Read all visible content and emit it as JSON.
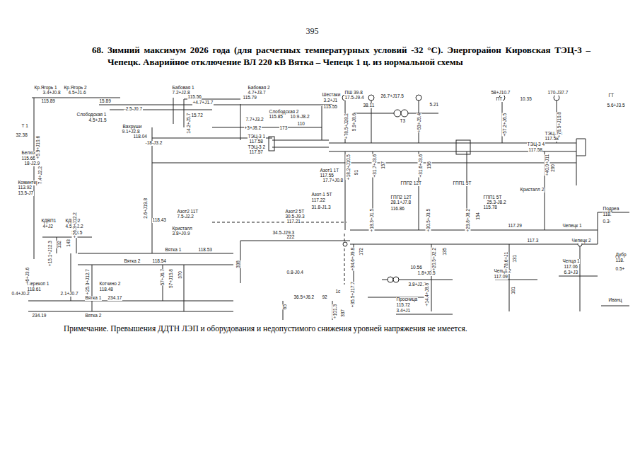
{
  "diagram": {
    "title": "68. Зимний максимум 2026 года (для расчетных температурных условий -32 °С). Энергорайон Кировская ТЭЦ-3 – Чепецк. Аварийное отключение ВЛ 220 кВ Вятка – Чепецк 1 ц. из нормальной схемы",
    "caption": "Примечание. Превышения ДДТН ЛЭП и оборудования и недопустимого снижения уровней напряжения не имеется.",
    "labels": [
      "395",
      "Кр.Ягорь 1",
      "Кр.Ягорь 2",
      "3.4+J0.8",
      "4.5+J1.6",
      "115.89",
      "15.89",
      "Бабовая 1",
      "7.2+J2.8",
      "115.56",
      "+4.7+J1.7",
      "Бабовая 2",
      "4.7+J3.7",
      "115.79",
      "Шестаки",
      "3.2+J1",
      "115.55",
      "ПШ 39-8",
      "17.5-J9.4",
      "26.7+J17.5",
      "38.11",
      "5.21",
      "Т3",
      "58+J10.7",
      "ПТ",
      "10.35",
      "170-J37.7",
      "ГТ",
      "5.6+J3.5",
      "-2.5-J0.7",
      "Слободская 1",
      "4.5+J1.5",
      "15.72",
      "Слободская 2",
      "115.85",
      "10.9-J8.2",
      "7.7+J3.2",
      "110",
      "Вахруши",
      "9.1+J2.8",
      "118.04",
      "+3+J8.2",
      "173",
      "ТЭЦ-3 1",
      "117.58",
      "ТЭЦ-3 2",
      "117.57",
      "-18-J3.2",
      "ТЭЦ-3 3",
      "117.58",
      "ТЭЦ-3 4",
      "117.58",
      "Т 1",
      "32.38",
      "Белхово",
      "115.66",
      "18-J2.9",
      "Коминтерн",
      "113.92",
      "13.5-J7",
      "Азот1 1Т",
      "117.55",
      "17.7+J0.8",
      "ГПП2 12Т",
      "ГПП1 5Т",
      "Кристалл 2",
      "Азот-1 5Т",
      "117.22",
      "31.8-J1.3",
      "ГПП2 12Т",
      "28.1+J7.8",
      "116.86",
      "ГПП1 5Т",
      "25.3-J8.2",
      "115.78",
      "Азот2 11Т",
      "7.5-J2.2",
      "118.43",
      "Азот2 5Т",
      "30.5-J9.3",
      "117.21",
      "Подреа",
      "118.",
      "0.3-",
      "Чепецк 1",
      "117.29",
      "КДВП1",
      "4+J2",
      "КДВП2",
      "4.5+J2.2",
      "118.5",
      "Кристалл",
      "3.8+J0.9",
      "34.5-J29.3",
      "222",
      "Вятка 1",
      "118.53",
      "117.3",
      "Чепецк 2",
      "Вятка 2",
      "118.54",
      "Дубр",
      "118.",
      "0.5+",
      "0.8-J0.4",
      "10.56",
      "1.8+J0.5",
      "Чепца 2",
      "117.09",
      "Чепца 1",
      "117.06",
      "6.3+J3",
      "Перекоп 1",
      "118.61",
      "0.4+J0.2",
      "2.1+J0.7",
      "Котчино 2",
      "118.48",
      "Вятка 1",
      "234.17",
      "3.8+J2.2",
      "1c",
      "36.5+J6.2",
      "92",
      "Просница",
      "115.72",
      "3.4+J1",
      "Иванц",
      "234.19",
      "Вятка 2",
      "+5.9+J10.6",
      "7.4+J2.2",
      "14.2+J5.7",
      "+78.5+J28.2",
      "5.9+J8.6",
      "+18.2+J10.5",
      "91",
      "+31.7+J3.6",
      "157",
      "+31.6+J3.6",
      "156",
      "+53+J5.4",
      "+57.2+J6.5",
      "+78.5+J10.8",
      "+40.0+J11",
      "200",
      "+15.1+J12.3",
      "132",
      "+26.3+J12.2",
      "143",
      "2.6+J19.8",
      "+18.3+J1.5",
      "+30.5+J3.5",
      "+29.8+J8.2",
      "154",
      "+6+J3.6",
      "+25.3+J12.7",
      "57+J6.7",
      "57+J15.8",
      "370",
      "338",
      "+34.6+J9.8",
      "172",
      "+20.5+J2.2",
      "135",
      "+78.6+J1",
      "131",
      "+14.4+J8.8",
      "65",
      "+101.3",
      "337",
      "+35.5+J17.7",
      "181"
    ]
  }
}
